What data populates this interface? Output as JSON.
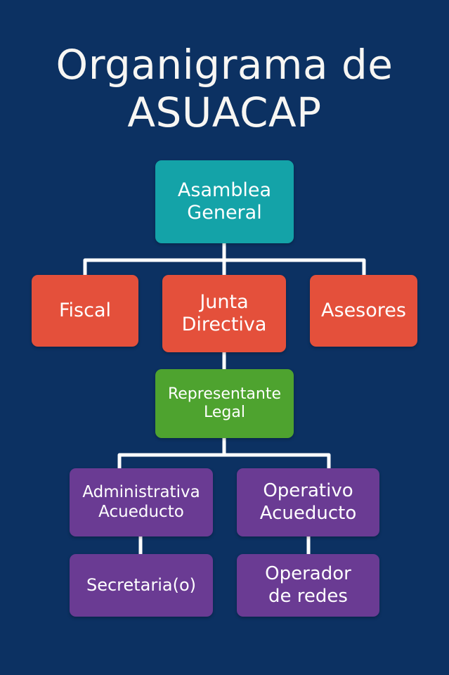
{
  "title": {
    "line1": "Organigrama de",
    "line2": "ASUACAP"
  },
  "colors": {
    "background": "#0c3162",
    "top_level": "#14a3a8",
    "second_level": "#e4503b",
    "legal": "#4ea32f",
    "operational": "#6a3b93",
    "connector": "#ffffff"
  },
  "nodes": {
    "asamblea": "Asamblea\nGeneral",
    "fiscal": "Fiscal",
    "junta": "Junta\nDirectiva",
    "asesores": "Asesores",
    "representante": "Representante\nLegal",
    "administrativa": "Administrativa\nAcueducto",
    "operativo": "Operativo\nAcueducto",
    "secretaria": "Secretaria(o)",
    "operador": "Operador\nde redes"
  }
}
